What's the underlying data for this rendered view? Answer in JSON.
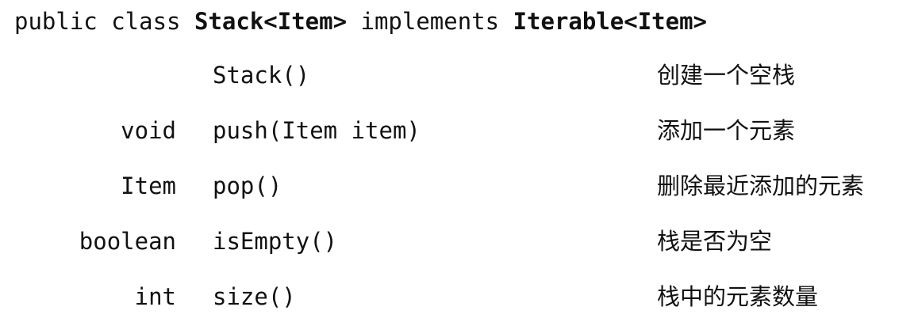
{
  "signature": {
    "prefix": "public class ",
    "class_name": "Stack<Item>",
    "implements_kw": " implements ",
    "interface_name": "Iterable<Item>"
  },
  "rows": [
    {
      "return_type": "",
      "method": "Stack()",
      "description": "创建一个空栈"
    },
    {
      "return_type": "void",
      "method": "push(Item item)",
      "description": "添加一个元素"
    },
    {
      "return_type": "Item",
      "method": "pop()",
      "description": "删除最近添加的元素"
    },
    {
      "return_type": "boolean",
      "method": "isEmpty()",
      "description": "栈是否为空"
    },
    {
      "return_type": "int",
      "method": "size()",
      "description": "栈中的元素数量"
    }
  ]
}
